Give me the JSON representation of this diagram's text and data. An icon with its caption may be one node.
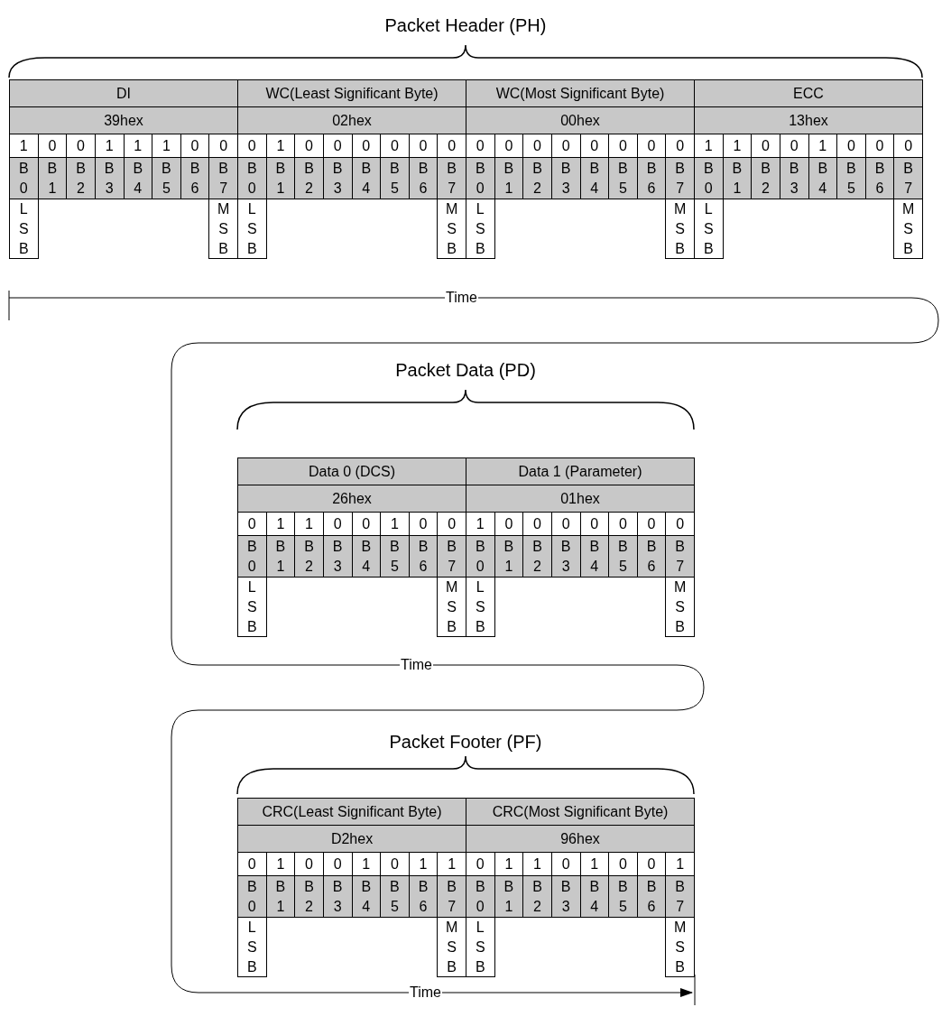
{
  "diagram": {
    "labels": [
      "Packet Header (PH)",
      "DI",
      "WC(Least Significant Byte)",
      "WC(Most Significant Byte)",
      "ECC",
      "39hex",
      "02hex",
      "00hex",
      "13hex",
      "1",
      "0",
      "0",
      "1",
      "1",
      "1",
      "0",
      "0",
      "0",
      "1",
      "0",
      "0",
      "0",
      "0",
      "0",
      "0",
      "0",
      "0",
      "0",
      "0",
      "0",
      "0",
      "0",
      "0",
      "1",
      "1",
      "0",
      "0",
      "1",
      "0",
      "0",
      "0",
      "B 0",
      "B 1",
      "B 2",
      "B 3",
      "B 4",
      "B 5",
      "B 6",
      "B 7",
      "B 0",
      "B 1",
      "B 2",
      "B 3",
      "B 4",
      "B 5",
      "B 6",
      "B 7",
      "B 0",
      "B 1",
      "B 2",
      "B 3",
      "B 4",
      "B 5",
      "B 6",
      "B 7",
      "B 0",
      "B 1",
      "B 2",
      "B 3",
      "B 4",
      "B 5",
      "B 6",
      "B 7",
      "L S B",
      "M S B",
      "L S B",
      "M S B",
      "L S B",
      "M S B",
      "L S B",
      "M S B",
      "Time",
      "Packet Data (PD)",
      "Data 0 (DCS)",
      "Data 1 (Parameter)",
      "26hex",
      "01hex",
      "0",
      "1",
      "1",
      "0",
      "0",
      "1",
      "0",
      "0",
      "1",
      "0",
      "0",
      "0",
      "0",
      "0",
      "0",
      "0",
      "B 0",
      "B 1",
      "B 2",
      "B 3",
      "B 4",
      "B 5",
      "B 6",
      "B 7",
      "B 0",
      "B 1",
      "B 2",
      "B 3",
      "B 4",
      "B 5",
      "B 6",
      "B 7",
      "L S B",
      "M S B",
      "L S B",
      "M S B",
      "Time",
      "Packet Footer (PF)",
      "CRC(Least Significant Byte)",
      "CRC(Most Significant Byte)",
      "D2hex",
      "96hex",
      "0",
      "1",
      "0",
      "0",
      "1",
      "0",
      "1",
      "1",
      "0",
      "1",
      "1",
      "0",
      "1",
      "0",
      "0",
      "1",
      "B 0",
      "B 1",
      "B 2",
      "B 3",
      "B 4",
      "B 5",
      "B 6",
      "B 7",
      "B 0",
      "B 1",
      "B 2",
      "B 3",
      "B 4",
      "B 5",
      "B 6",
      "B 7",
      "L S B",
      "M S B",
      "L S B",
      "M S B",
      "Time"
    ]
  }
}
